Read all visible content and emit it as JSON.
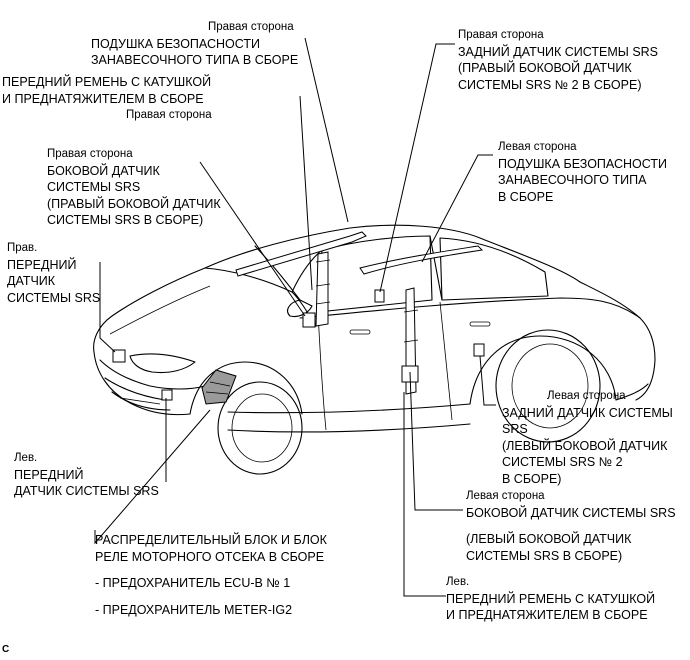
{
  "labels": {
    "curtain_right": {
      "side": "Правая сторона",
      "lines": [
        "ПОДУШКА БЕЗОПАСНОСТИ",
        "ЗАНАВЕСОЧНОГО ТИПА В СБОРЕ"
      ]
    },
    "front_belt_right": {
      "lines": [
        "ПЕРЕДНИЙ РЕМЕНЬ С КАТУШКОЙ",
        "И ПРЕДНАТЯЖИТЕЛЕМ В СБОРЕ"
      ],
      "side": "Правая сторона"
    },
    "rear_sensor_right": {
      "side": "Правая сторона",
      "lines": [
        "ЗАДНИЙ ДАТЧИК СИСТЕМЫ SRS",
        "(ПРАВЫЙ БОКОВОЙ ДАТЧИК",
        "СИСТЕМЫ SRS № 2 В СБОРЕ)"
      ]
    },
    "side_sensor_right": {
      "side": "Правая сторона",
      "lines": [
        "БОКОВОЙ ДАТЧИК",
        "СИСТЕМЫ SRS",
        "(ПРАВЫЙ БОКОВОЙ ДАТЧИК",
        "СИСТЕМЫ SRS В СБОРЕ)"
      ]
    },
    "curtain_left": {
      "side": "Левая сторона",
      "lines": [
        "ПОДУШКА БЕЗОПАСНОСТИ",
        "ЗАНАВЕСОЧНОГО ТИПА",
        "В СБОРЕ"
      ]
    },
    "front_sensor_right": {
      "side": "Прав.",
      "lines": [
        "ПЕРЕДНИЙ",
        "ДАТЧИК",
        "СИСТЕМЫ SRS"
      ]
    },
    "rear_sensor_left": {
      "side": "Левая сторона",
      "lines": [
        "ЗАДНИЙ ДАТЧИК СИСТЕМЫ",
        "SRS",
        "(ЛЕВЫЙ БОКОВОЙ ДАТЧИК",
        "СИСТЕМЫ SRS № 2",
        "В СБОРЕ)"
      ]
    },
    "front_sensor_left": {
      "side": "Лев.",
      "lines": [
        "ПЕРЕДНИЙ",
        "ДАТЧИК СИСТЕМЫ SRS"
      ]
    },
    "side_sensor_left": {
      "side": "Левая сторона",
      "lines": [
        "БОКОВОЙ ДАТЧИК СИСТЕМЫ SRS",
        "",
        "(ЛЕВЫЙ БОКОВОЙ ДАТЧИК",
        "СИСТЕМЫ SRS В СБОРЕ)"
      ]
    },
    "relay_block": {
      "lines": [
        "РАСПРЕДЕЛИТЕЛЬНЫЙ БЛОК И БЛОК",
        "РЕЛЕ МОТОРНОГО ОТСЕКА В СБОРЕ",
        "",
        "- ПРЕДОХРАНИТЕЛЬ ECU-B № 1",
        "",
        "- ПРЕДОХРАНИТЕЛЬ METER-IG2"
      ]
    },
    "front_belt_left": {
      "side": "Лев.",
      "lines": [
        "ПЕРЕДНИЙ РЕМЕНЬ С КАТУШКОЙ",
        "И ПРЕДНАТЯЖИТЕЛЕМ В СБОРЕ"
      ]
    }
  },
  "figure_code": "C"
}
